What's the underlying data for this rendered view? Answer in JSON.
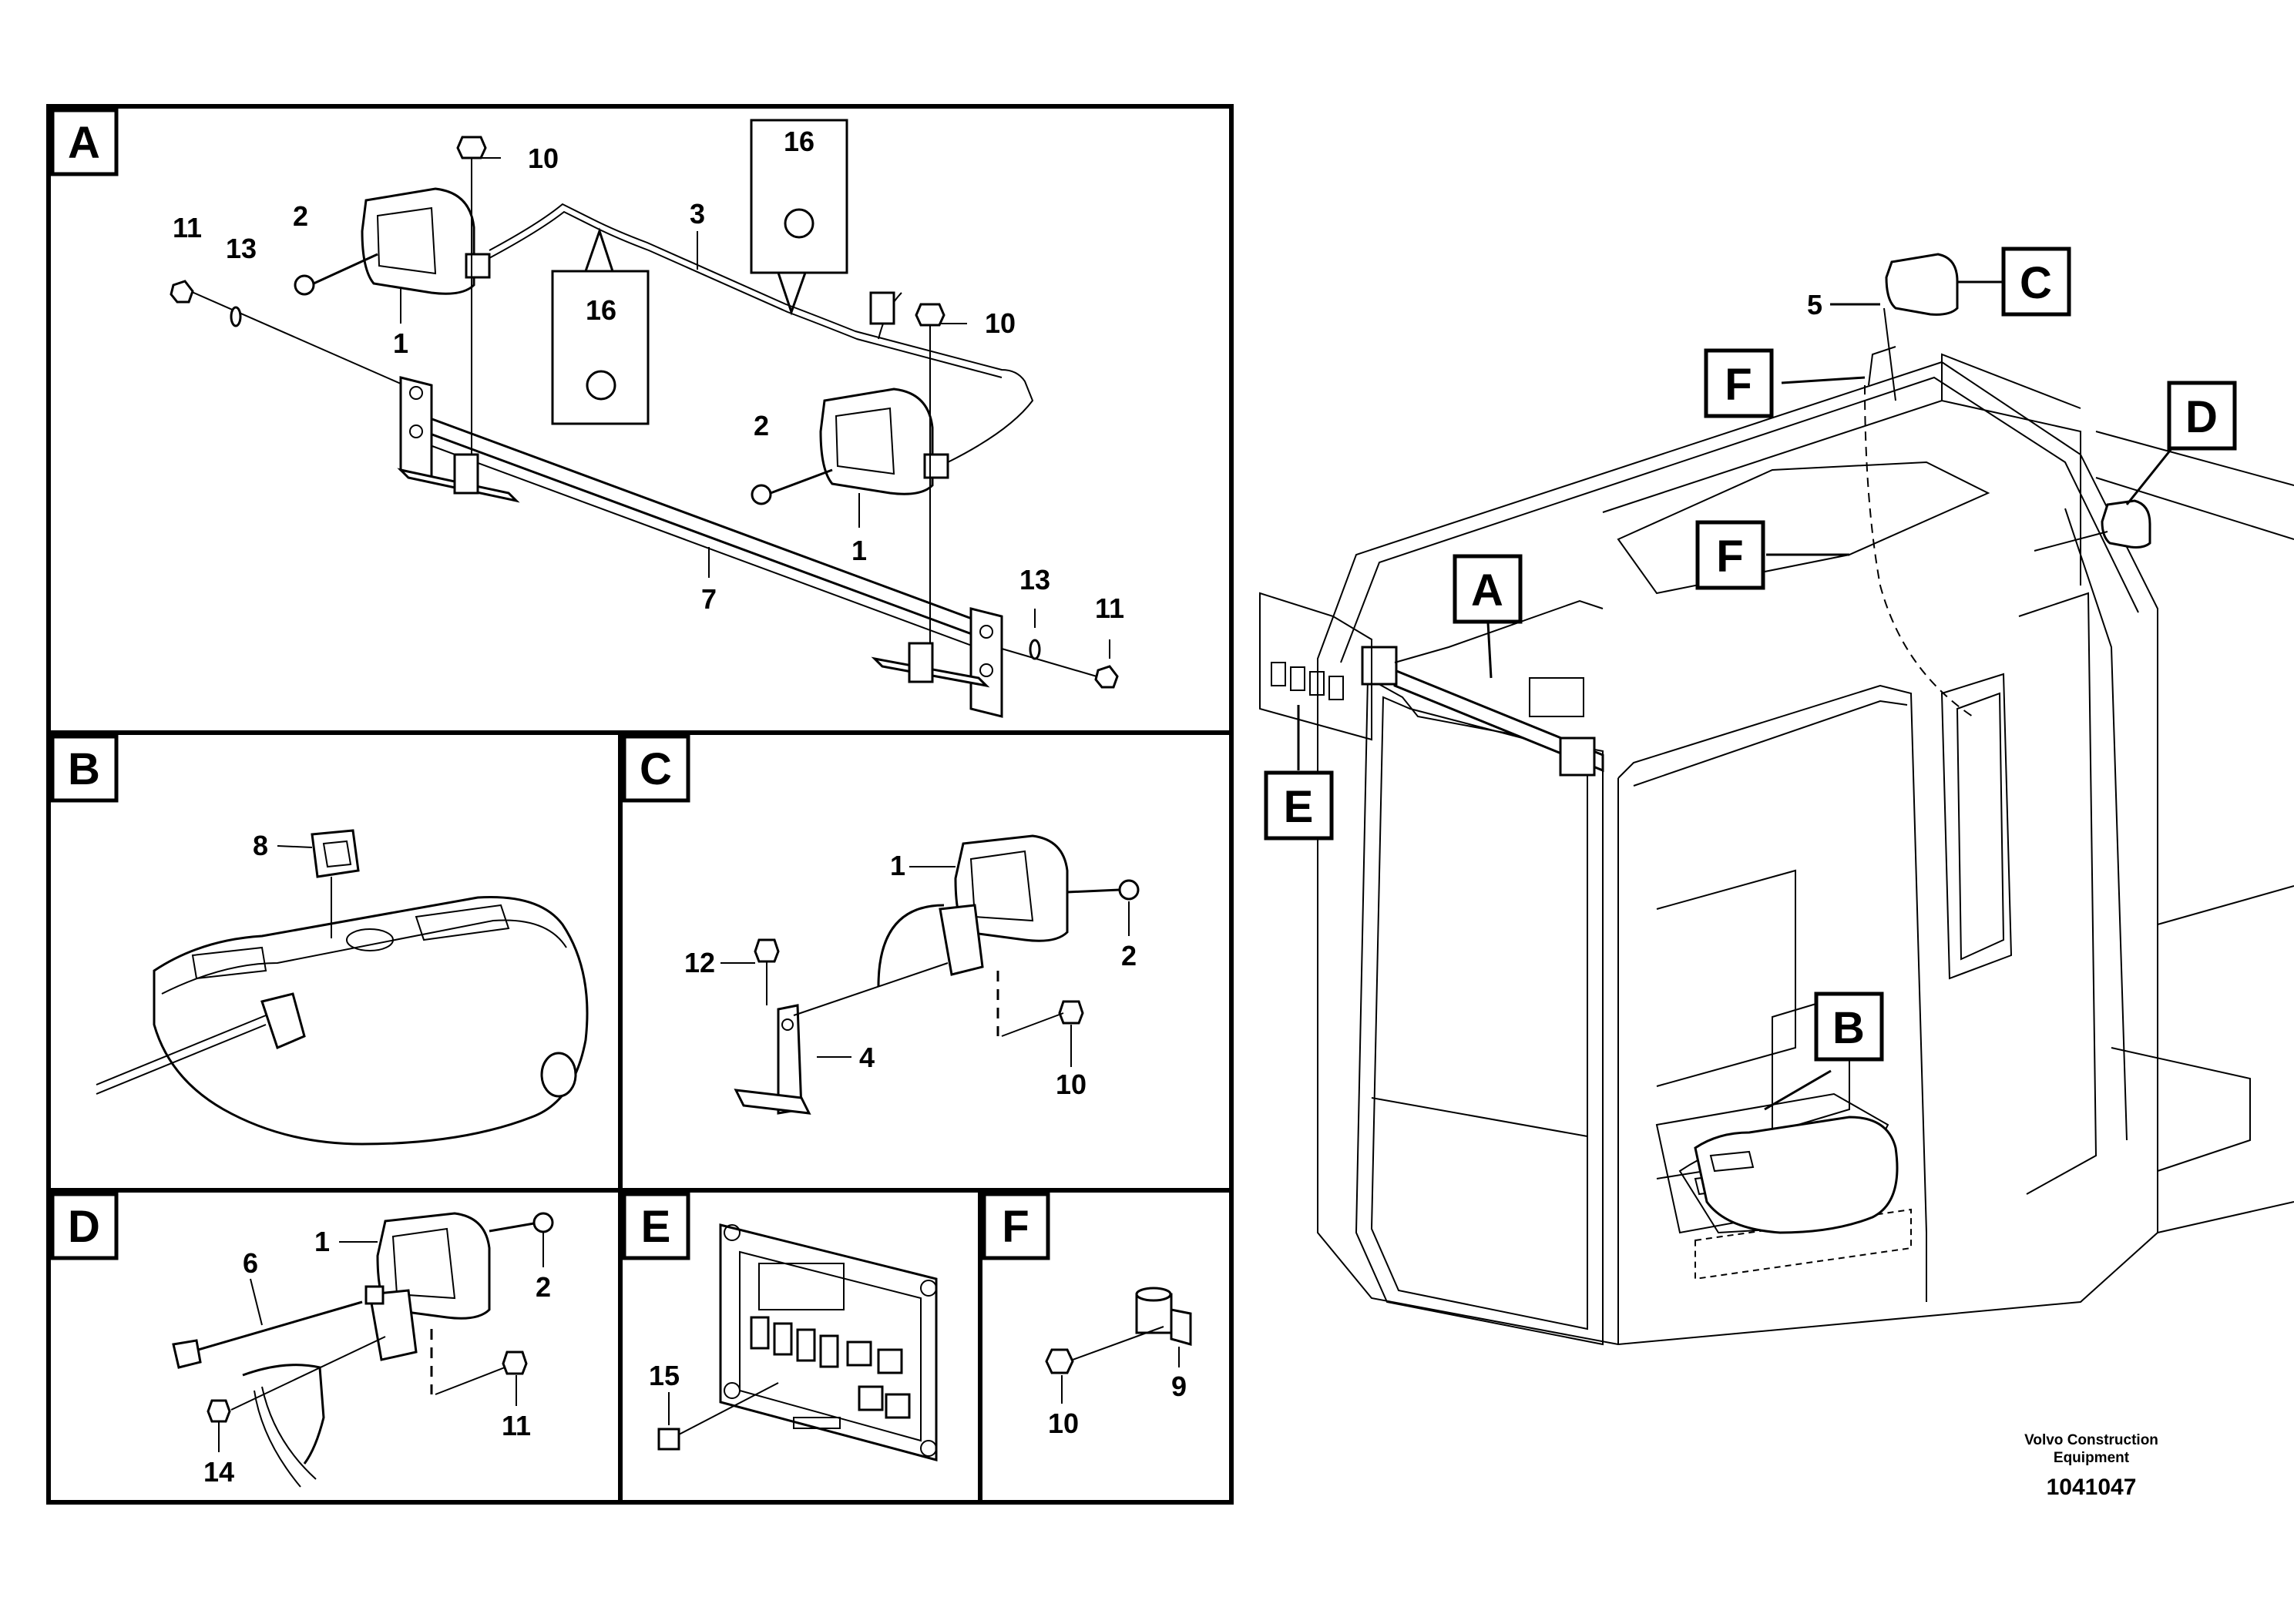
{
  "panels": {
    "a": {
      "tag": "A",
      "callouts": [
        "11",
        "13",
        "2",
        "1",
        "10",
        "3",
        "16",
        "16",
        "10",
        "2",
        "1",
        "7",
        "13",
        "11"
      ]
    },
    "b": {
      "tag": "B",
      "callouts": [
        "8"
      ]
    },
    "c": {
      "tag": "C",
      "callouts": [
        "1",
        "2",
        "12",
        "4",
        "10"
      ]
    },
    "d": {
      "tag": "D",
      "callouts": [
        "1",
        "2",
        "6",
        "11",
        "14"
      ]
    },
    "e": {
      "tag": "E",
      "callouts": [
        "15"
      ]
    },
    "f": {
      "tag": "F",
      "callouts": [
        "10",
        "9"
      ]
    }
  },
  "overview": {
    "tags": [
      "C",
      "F",
      "D",
      "F",
      "A",
      "E",
      "B"
    ],
    "callouts": [
      "5"
    ]
  },
  "footer": {
    "credit_line1": "Volvo Construction",
    "credit_line2": "Equipment",
    "doc_number": "1041047"
  }
}
